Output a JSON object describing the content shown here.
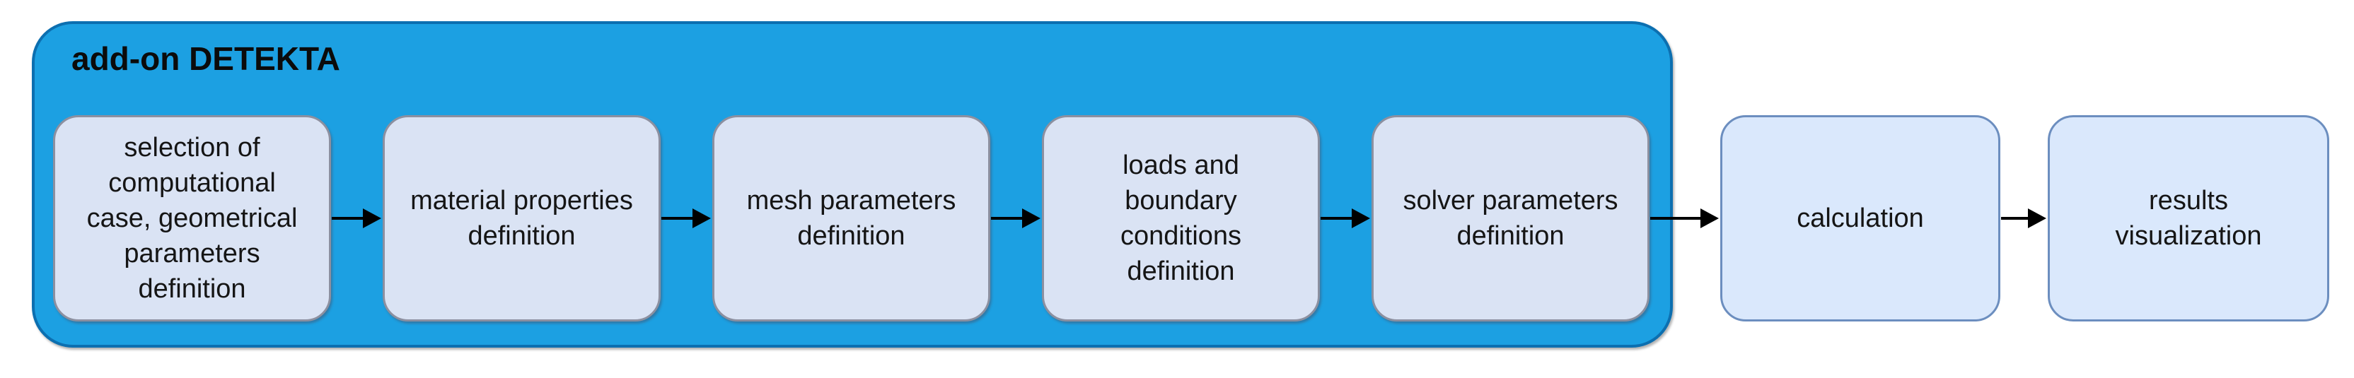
{
  "diagram": {
    "title": "add-on DETEKTA",
    "colors": {
      "container_fill": "#1CA0E2",
      "container_border": "#0C6FB0",
      "inner_box_fill": "#DAE3F4",
      "inner_box_border": "#8C90A0",
      "outer_box_fill": "#DAE8FC",
      "outer_box_border": "#6C8EBF",
      "arrow": "#000000",
      "text": "#151515"
    },
    "steps": [
      {
        "id": "step-1",
        "label": "selection of\ncomputational\ncase, geometrical\nparameters\ndefinition",
        "inside_container": true
      },
      {
        "id": "step-2",
        "label": "material properties\ndefinition",
        "inside_container": true
      },
      {
        "id": "step-3",
        "label": "mesh parameters\ndefinition",
        "inside_container": true
      },
      {
        "id": "step-4",
        "label": "loads and\nboundary\nconditions\ndefinition",
        "inside_container": true
      },
      {
        "id": "step-5",
        "label": "solver parameters\ndefinition",
        "inside_container": true
      },
      {
        "id": "step-6",
        "label": "calculation",
        "inside_container": false
      },
      {
        "id": "step-7",
        "label": "results\nvisualization",
        "inside_container": false
      }
    ],
    "connections": [
      {
        "from": "step-1",
        "to": "step-2"
      },
      {
        "from": "step-2",
        "to": "step-3"
      },
      {
        "from": "step-3",
        "to": "step-4"
      },
      {
        "from": "step-4",
        "to": "step-5"
      },
      {
        "from": "step-5",
        "to": "step-6"
      },
      {
        "from": "step-6",
        "to": "step-7"
      }
    ]
  }
}
